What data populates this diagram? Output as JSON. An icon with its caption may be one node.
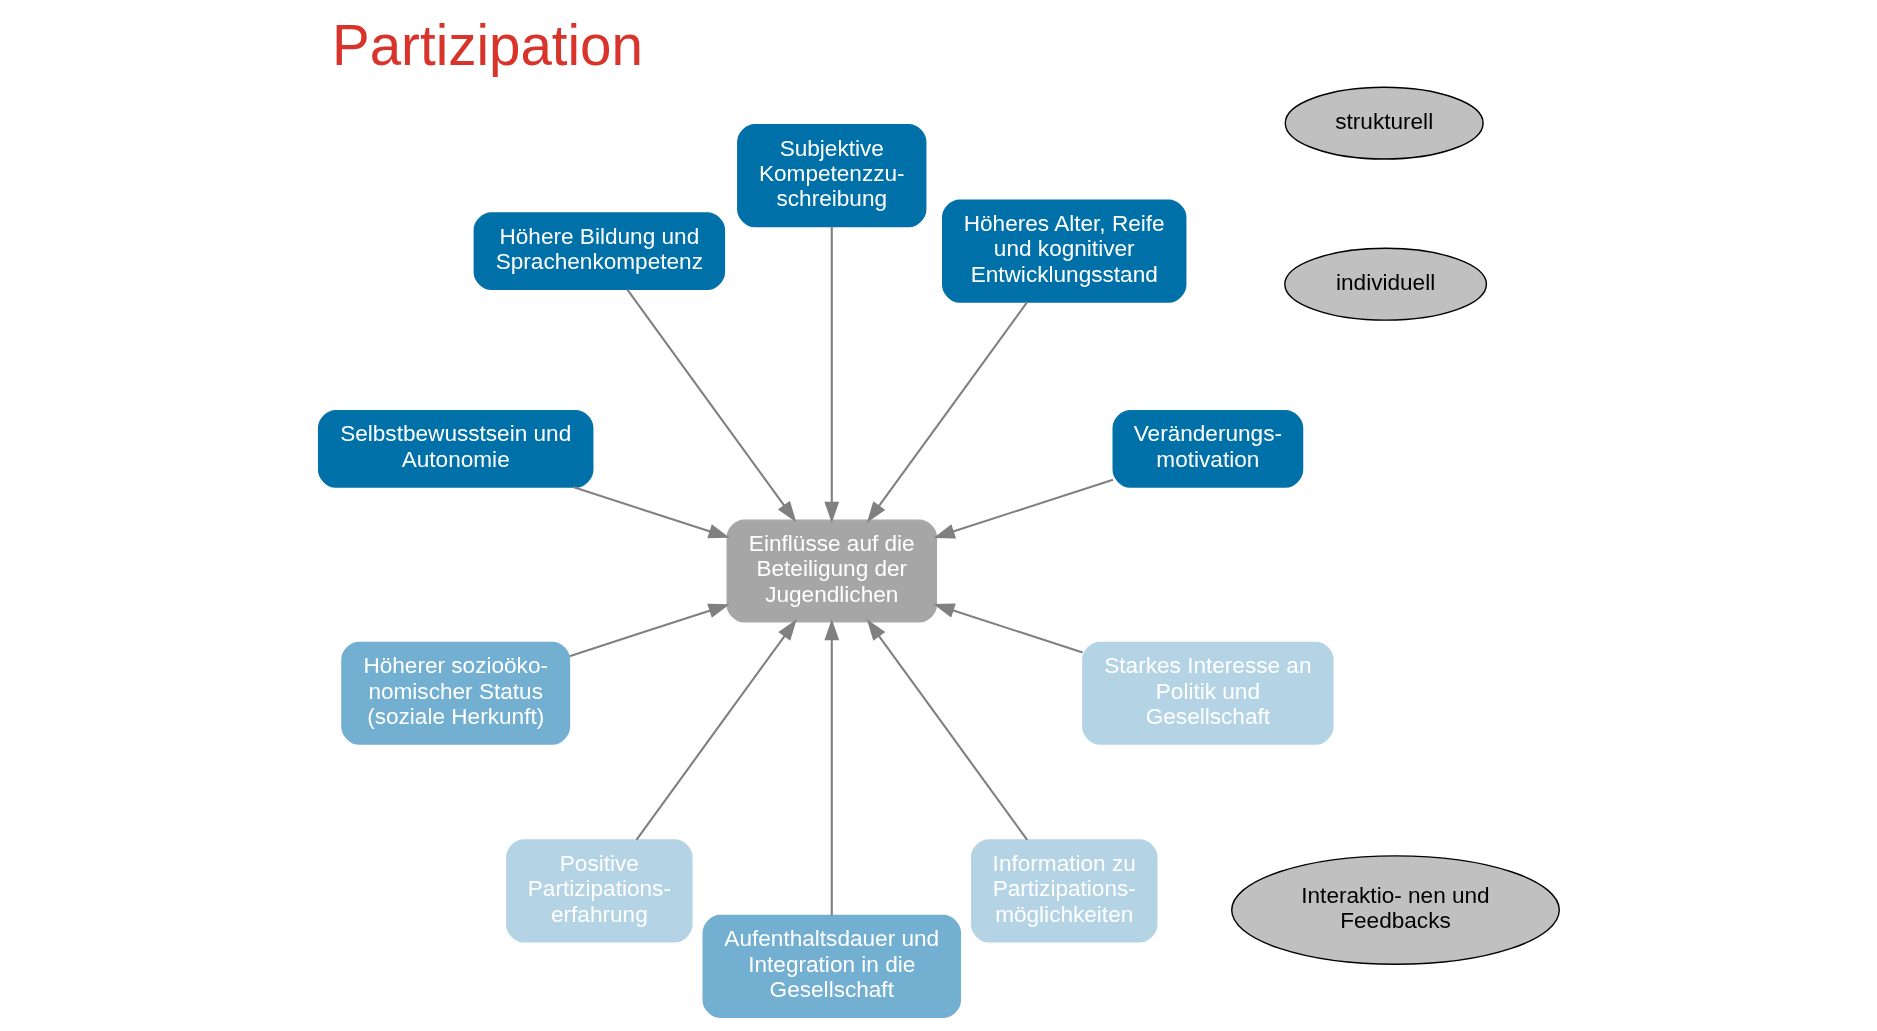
{
  "diagram": {
    "title": "Partizipation",
    "nodes": [
      {
        "text": [
          "individuell"
        ]
      },
      {
        "text": [
          "Veränderungs- motivation"
        ]
      },
      {
        "text": [
          "Höheres Alter, Reife und kognitiver Entwicklungsstand"
        ]
      },
      {
        "text": [
          "Subjektive Kompetenzzu- schreibung"
        ]
      },
      {
        "text": [
          "Höhere Bildung und Sprachenkompetenz"
        ]
      },
      {
        "text": [
          "Selbstbewusstsein und Autonomie"
        ]
      },
      {
        "text": [
          "Einflüsse auf die Beteiligung der Jugendlichen"
        ]
      },
      {
        "text": [
          "Höherer sozioöko- nomischer Status (soziale Herkunft)"
        ]
      },
      {
        "text": [
          "Positive Partizipations- erfahrung"
        ]
      },
      {
        "text": [
          "strukturell"
        ]
      },
      {
        "text": [
          "Aufenthaltsdauer und Integration in die Gesellschaft"
        ]
      },
      {
        "text": [
          "Information zu Partizipations- möglichkeiten"
        ]
      },
      {
        "text": [
          "Starkes Interesse an Politik und Gesellschaft"
        ]
      },
      {
        "text": [
          "Interaktio- nen und Feedbacks"
        ]
      }
    ],
    "edges": [
      {
        "from": 1,
        "to": 6,
        "arrow": "to"
      },
      {
        "from": 2,
        "to": 6,
        "arrow": "to"
      },
      {
        "from": 3,
        "to": 6,
        "arrow": "to"
      },
      {
        "from": 4,
        "to": 6,
        "arrow": "to"
      },
      {
        "from": 5,
        "to": 6,
        "arrow": "to"
      },
      {
        "from": 7,
        "to": 6,
        "arrow": "to"
      },
      {
        "from": 8,
        "to": 6,
        "arrow": "to"
      },
      {
        "from": 10,
        "to": 6,
        "arrow": "to"
      },
      {
        "from": 11,
        "to": 6,
        "arrow": "to"
      },
      {
        "from": 12,
        "to": 6,
        "arrow": "to"
      }
    ]
  }
}
